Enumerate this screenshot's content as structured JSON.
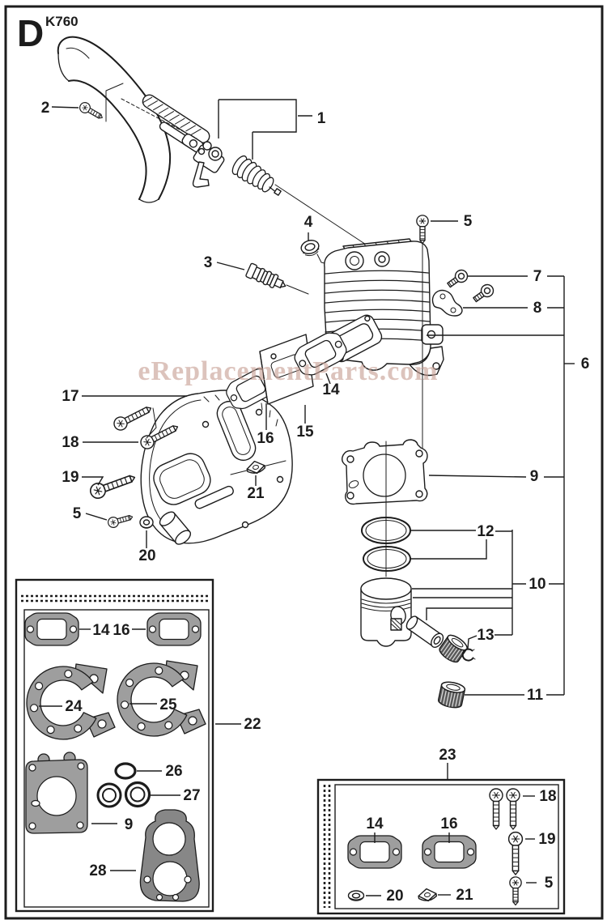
{
  "figure": {
    "letter": "D",
    "model": "K760"
  },
  "watermark": "eReplacementParts.com",
  "colors": {
    "line": "#1c1c1c",
    "gasket_gray": "#9e9e9e",
    "gasket_gray_dark": "#878787",
    "bearing_dark": "#5a5a5a",
    "watermark": "#c79f94",
    "background": "#ffffff"
  },
  "callouts": {
    "n1": "1",
    "n2": "2",
    "n3": "3",
    "n4": "4",
    "n5_top": "5",
    "n6": "6",
    "n7": "7",
    "n8": "8",
    "n9": "9",
    "n10": "10",
    "n11": "11",
    "n12": "12",
    "n13": "13",
    "n14": "14",
    "n15": "15",
    "n16": "16",
    "n17": "17",
    "n18": "18",
    "n19": "19",
    "n20": "20",
    "n21": "21",
    "n5_cover": "5"
  },
  "gasket_kit": {
    "label": "22",
    "items": {
      "i14": "14",
      "i16": "16",
      "i24": "24",
      "i25": "25",
      "i26": "26",
      "i27": "27",
      "i9": "9",
      "i28": "28"
    }
  },
  "hardware_kit": {
    "label": "23",
    "items": {
      "i14": "14",
      "i16": "16",
      "i18": "18",
      "i19": "19",
      "i5": "5",
      "i20": "20",
      "i21": "21"
    }
  }
}
